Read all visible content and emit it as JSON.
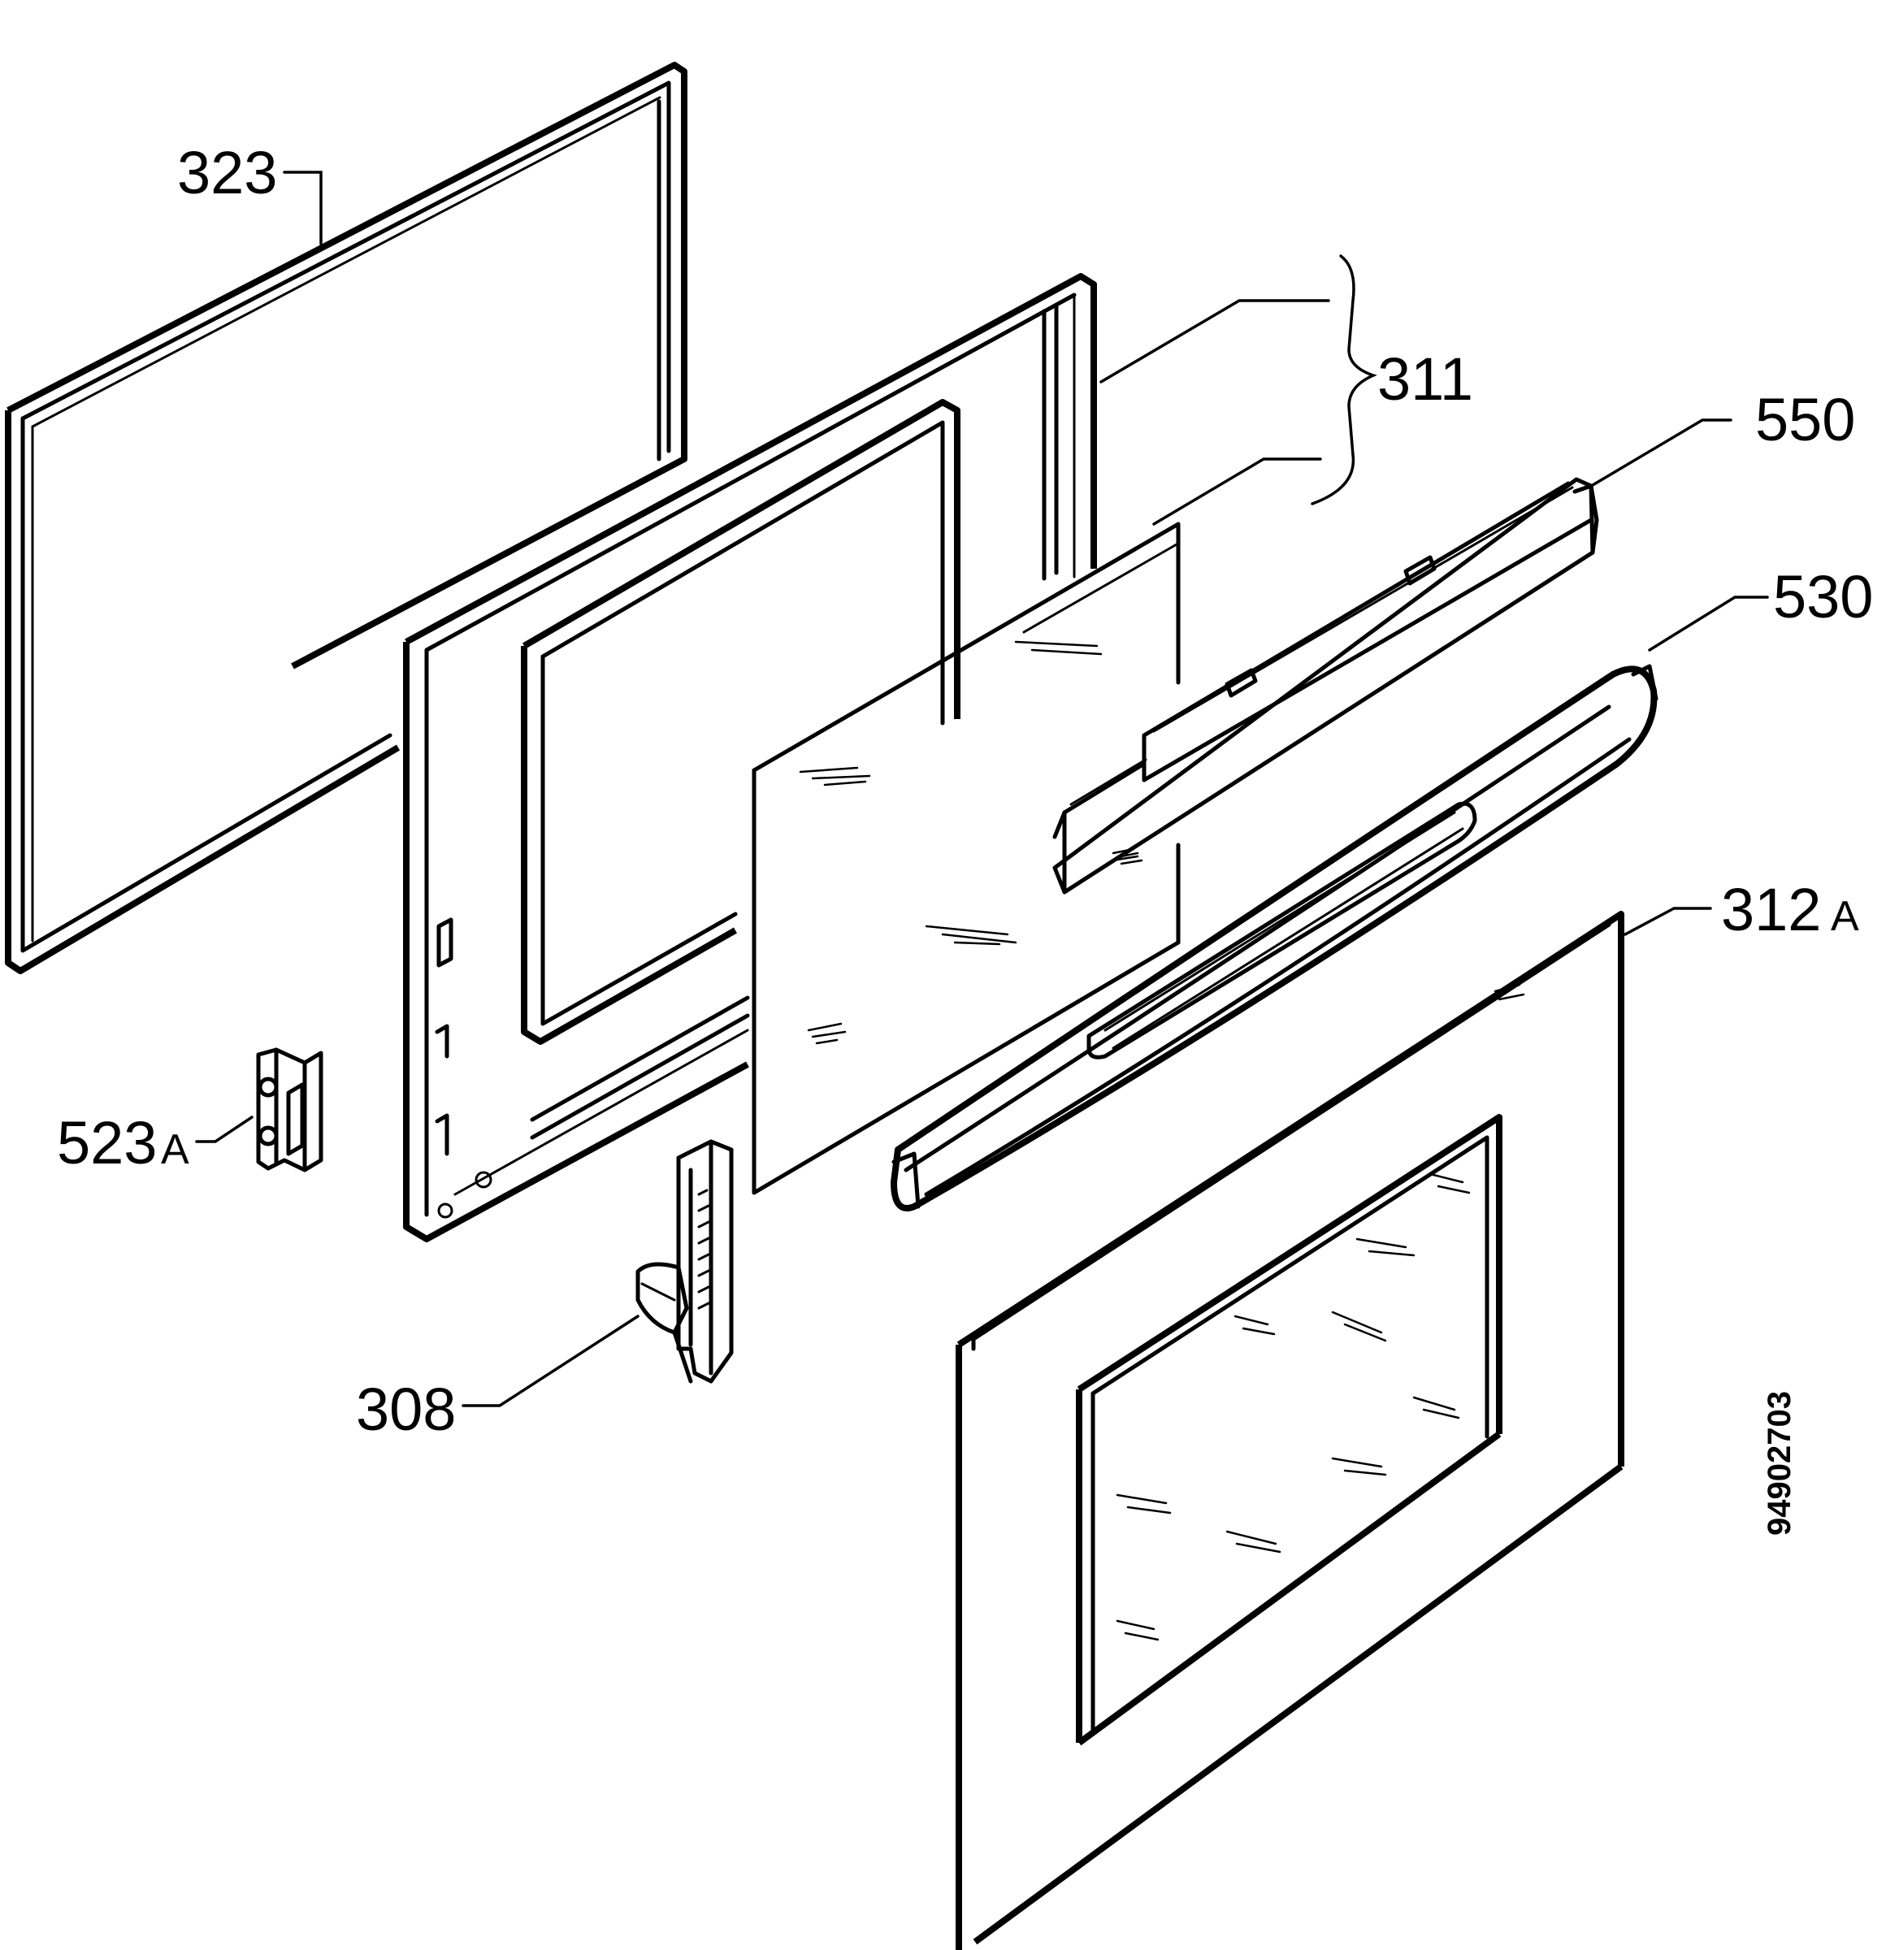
{
  "labels": {
    "seal": "323",
    "door_set": "311",
    "profile_top": "550",
    "handle": "530",
    "outer_glass_part": "312",
    "outer_glass_suffix": "A",
    "catch_part": "523",
    "catch_suffix": "A",
    "hinge": "308"
  },
  "document_number": "94902703"
}
